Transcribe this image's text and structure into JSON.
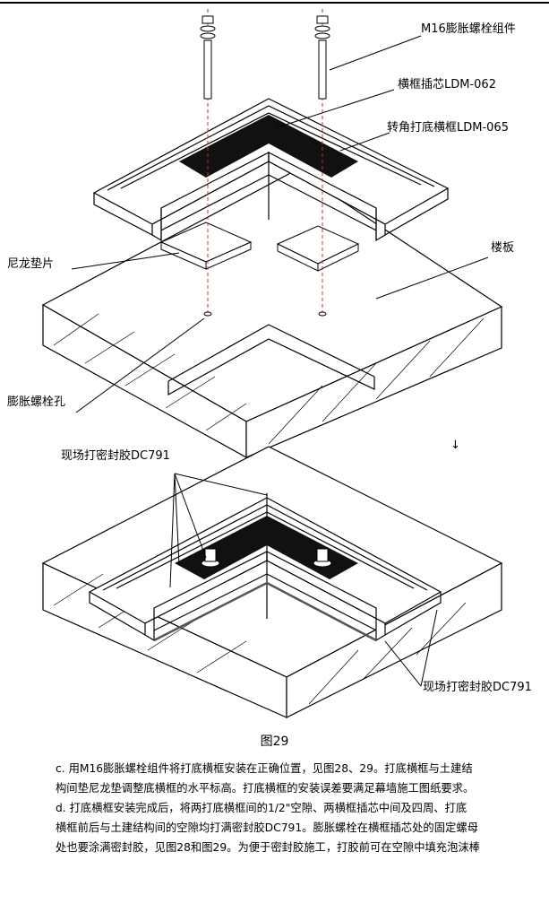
{
  "labels": {
    "bolt_assembly": "M16膨胀螺栓组件",
    "transom_insert": "横框插芯LDM-062",
    "corner_base_transom": "转角打底横框LDM-065",
    "nylon_shim": "尼龙垫片",
    "floor_slab": "楼板",
    "bolt_hole": "膨胀螺栓孔",
    "sealant_top": "现场打密封胶DC791",
    "sealant_bottom": "现场打密封胶DC791"
  },
  "arrow_glyph": "↓",
  "figure_caption": "图29",
  "notes": [
    "c. 用M16膨胀螺栓组件将打底横框安装在正确位置，见图28、29。打底横框与土建结",
    "构间垫尼龙垫调整底横框的水平标高。打底横框的安装误差要满足幕墙施工图纸要求。",
    "d. 打底横框安装完成后，将两打底横框间的1/2\"空隙、两横框插芯中间及四周、打底",
    "横框前后与土建结构间的空隙均打满密封胶DC791。膨胀螺栓在横框插芯处的固定螺母",
    "处也要涂满密封胶，见图28和图29。为便于密封胶施工，打胶前可在空隙中填充泡沫棒"
  ],
  "colors": {
    "line": "#000000",
    "bolt_axis": "#c0392b",
    "insert_fill": "#111111"
  }
}
